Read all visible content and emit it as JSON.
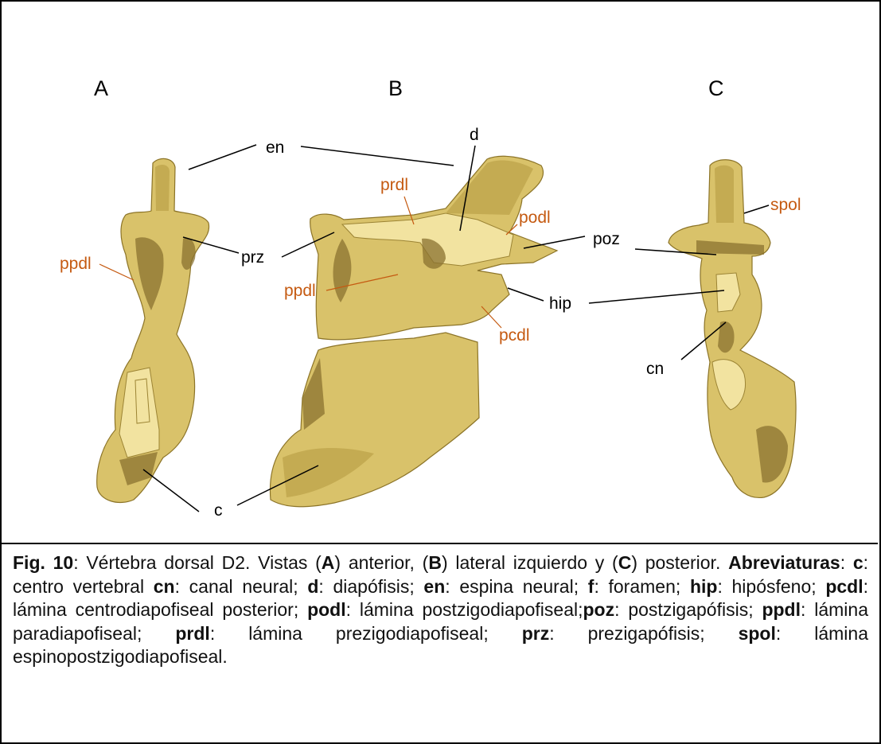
{
  "figure": {
    "panels": {
      "a": "A",
      "b": "B",
      "c": "C"
    },
    "labels": {
      "a_en": "en",
      "a_ppdl": "ppdl",
      "a_prz": "prz",
      "a_c": "c",
      "b_d": "d",
      "b_prdl": "prdl",
      "b_podl": "podl",
      "b_poz": "poz",
      "b_ppdl": "ppdl",
      "b_hip": "hip",
      "b_pcdl": "pcdl",
      "c_spol": "spol",
      "c_cn": "cn"
    },
    "colors": {
      "bone": "#d9c26a",
      "label_black": "#000000",
      "label_orange": "#c55a11"
    }
  },
  "caption": {
    "fig_label": "Fig. 10",
    "fig_text": ": Vértebra dorsal D2. Vistas (",
    "A": "A",
    "t1": ") anterior, (",
    "B": "B",
    "t2": ") lateral izquierdo y (",
    "C": "C",
    "t3": ") posterior.",
    "abbr_label": "Abreviaturas",
    "abbr_sep": ": ",
    "c_term": "c",
    "c_def": ": centro vertebral ",
    "cn_term": "cn",
    "cn_def": ": canal neural; ",
    "d_term": "d",
    "d_def": ": diapófisis; ",
    "en_term": "en",
    "en_def": ": espina neural; ",
    "f_term": "f",
    "f_def": ": foramen; ",
    "hip_term": "hip",
    "hip_def": ": hipósfeno; ",
    "pcdl_term": "pcdl",
    "pcdl_def": ": lámina centrodiapofiseal posterior; ",
    "podl_term": "podl",
    "podl_def": ": lámina postzigodiapofiseal;",
    "poz_term": "poz",
    "poz_def": ": postzigapófisis; ",
    "ppdl_term": "ppdl",
    "ppdl_def": ": lámina paradiapofiseal; ",
    "prdl_term": "prdl",
    "prdl_def": ": lámina prezigodiapofiseal; ",
    "prz_term": "prz",
    "prz_def": ": prezigapófisis; ",
    "spol_term": "spol",
    "spol_def": ": lámina espinopostzigodiapofiseal."
  }
}
